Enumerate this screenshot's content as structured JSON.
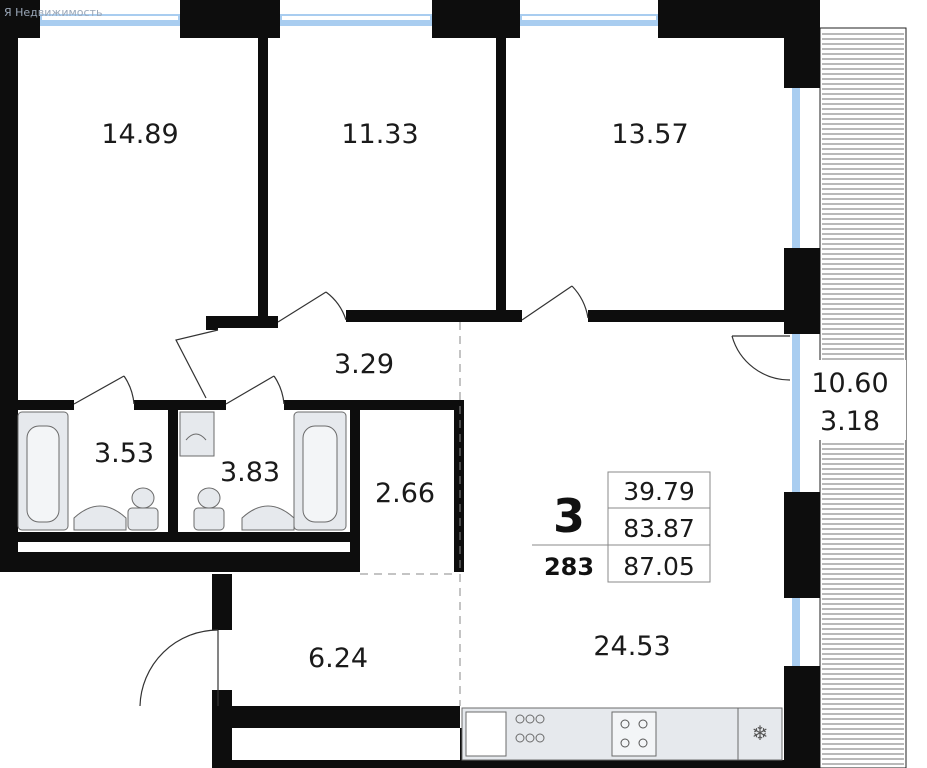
{
  "watermark": "Я Недвижимость",
  "rooms": [
    {
      "id": "bedroom-1",
      "area": "14.89"
    },
    {
      "id": "bedroom-2",
      "area": "11.33"
    },
    {
      "id": "bedroom-3",
      "area": "13.57"
    },
    {
      "id": "hallway",
      "area": "3.29"
    },
    {
      "id": "bathroom-1",
      "area": "3.53"
    },
    {
      "id": "bathroom-2",
      "area": "3.83"
    },
    {
      "id": "closet",
      "area": "2.66"
    },
    {
      "id": "entrance",
      "area": "6.24"
    },
    {
      "id": "kitchen-living",
      "area": "24.53"
    }
  ],
  "balcony": {
    "area_full": "10.60",
    "area_reduced": "3.18"
  },
  "summary": {
    "rooms_count": "3",
    "apartment_number": "283",
    "living_area": "39.79",
    "total_area": "83.87",
    "total_with_balcony": "87.05"
  },
  "colors": {
    "wall": "#0d0d0d",
    "window": "#a9cdf0",
    "fixture": "#e6e9ed",
    "fixture_stroke": "#6b6b6b"
  }
}
